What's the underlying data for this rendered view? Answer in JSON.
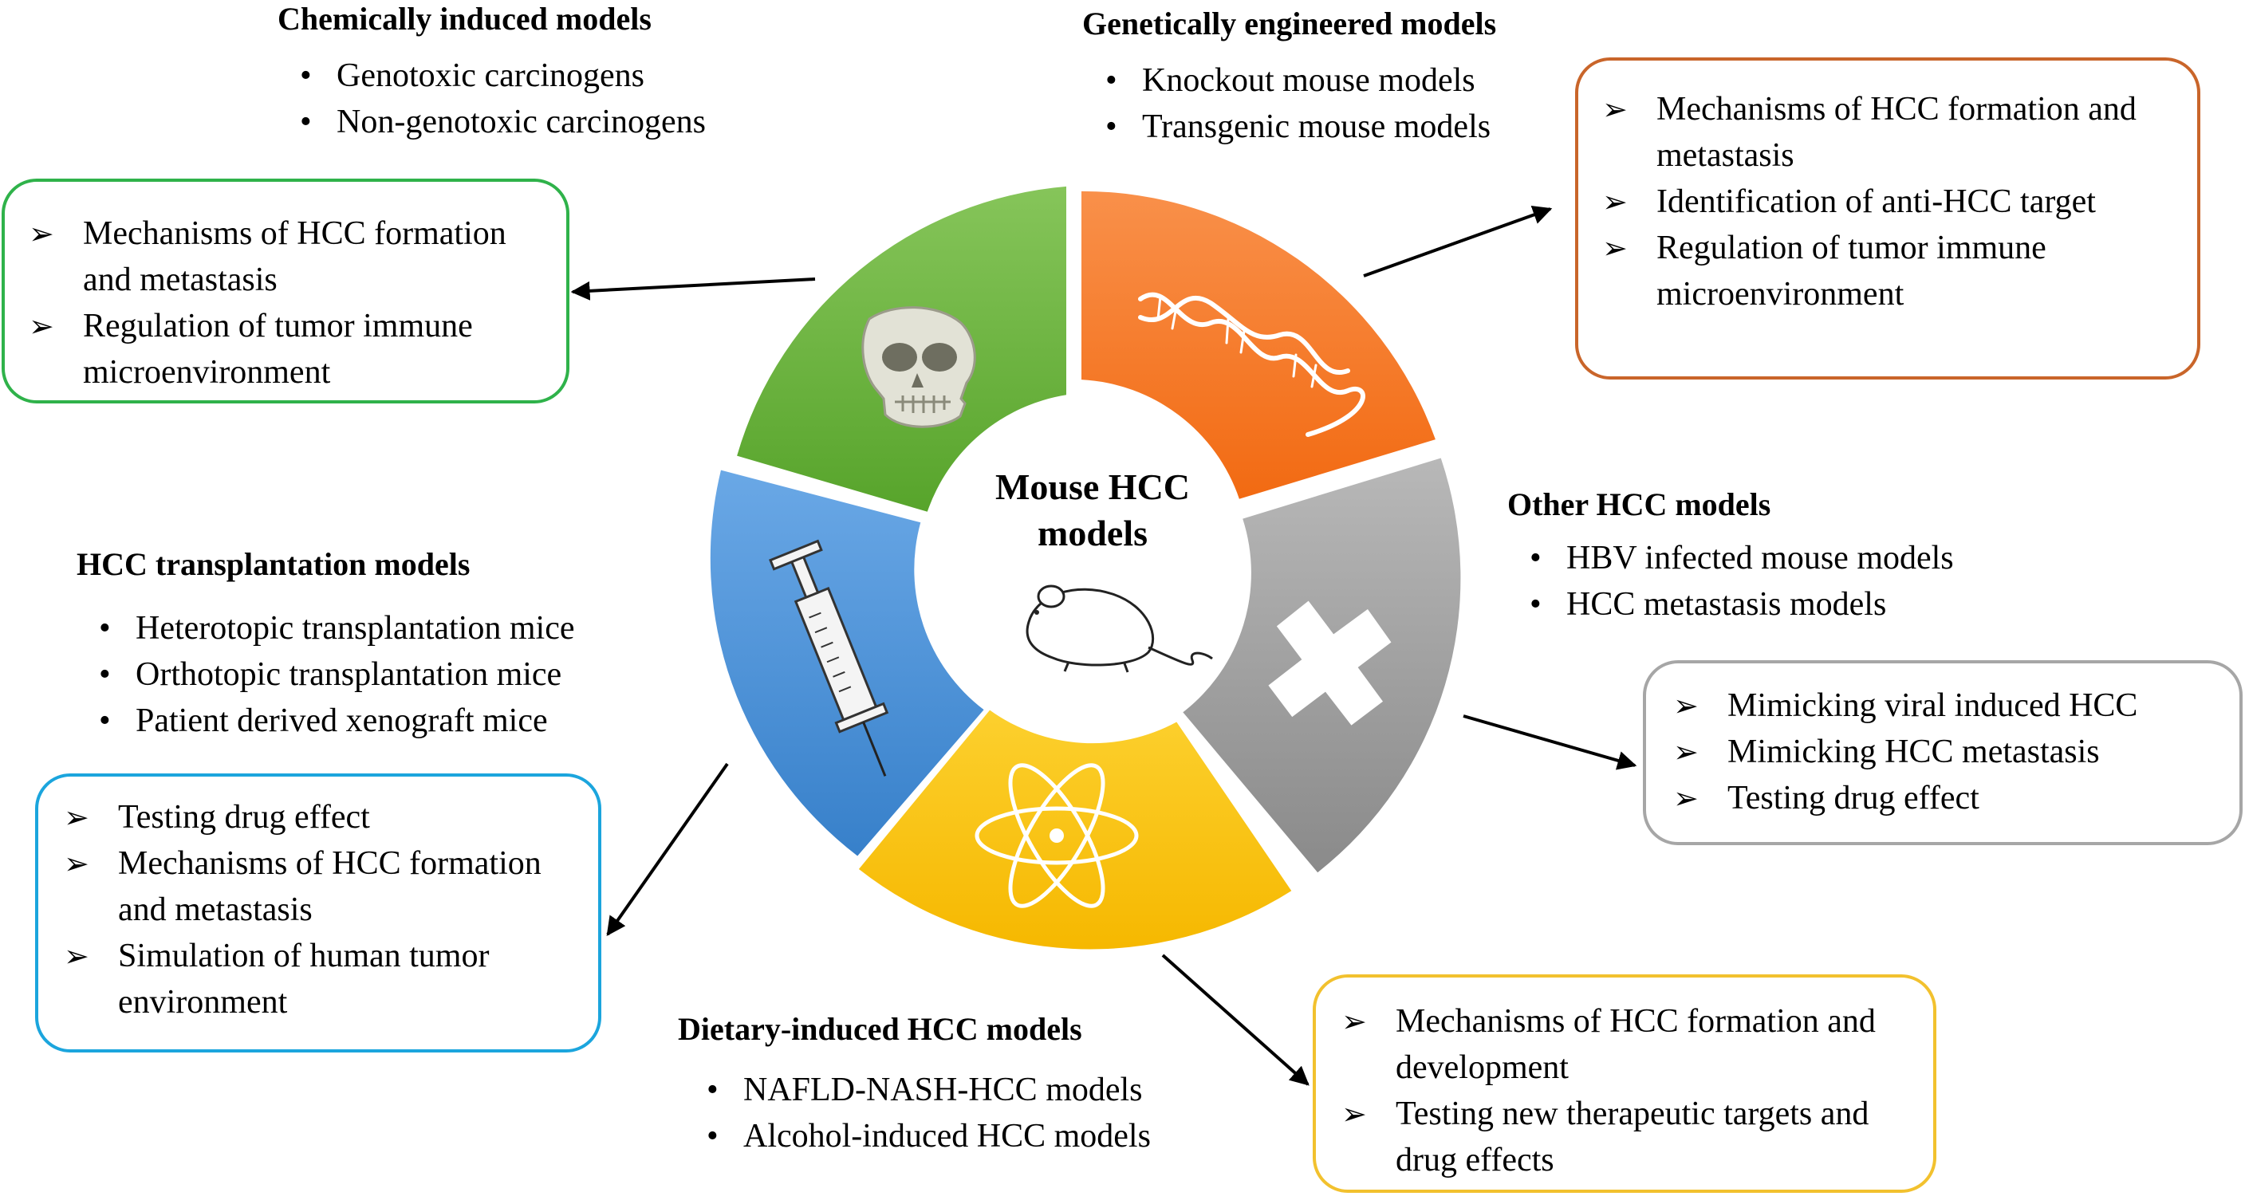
{
  "center": {
    "label": "Mouse HCC\nmodels",
    "icon": "mouse-icon"
  },
  "colors": {
    "chemical": "#6fb53f",
    "genetic": "#f97a2a",
    "other": "#9c9c9c",
    "dietary": "#fcc200",
    "transplant": "#4d92d6",
    "chemical_border": "#2fb24a",
    "genetic_border": "#c9652a",
    "other_border": "#a6a6a6",
    "dietary_border": "#f2c12e",
    "transplant_border": "#1ba5dd"
  },
  "categories": [
    {
      "id": "chemical",
      "title": "Chemically induced models",
      "icon": "skull-icon",
      "items": [
        "Genotoxic carcinogens",
        "Non-genotoxic carcinogens"
      ],
      "applications": [
        "Mechanisms of HCC formation and metastasis",
        "Regulation of tumor immune microenvironment"
      ]
    },
    {
      "id": "genetic",
      "title": "Genetically engineered models",
      "icon": "dna-icon",
      "items": [
        "Knockout mouse models",
        "Transgenic mouse models"
      ],
      "applications": [
        "Mechanisms of HCC formation and metastasis",
        "Identification of anti-HCC target",
        "Regulation of tumor immune microenvironment"
      ]
    },
    {
      "id": "other",
      "title": "Other HCC models",
      "icon": "cross-icon",
      "items": [
        "HBV infected mouse models",
        "HCC metastasis models"
      ],
      "applications": [
        "Mimicking viral induced HCC",
        "Mimicking HCC metastasis",
        "Testing drug effect"
      ]
    },
    {
      "id": "dietary",
      "title": "Dietary-induced HCC models",
      "icon": "atom-icon",
      "items": [
        "NAFLD-NASH-HCC models",
        "Alcohol-induced HCC models"
      ],
      "applications": [
        "Mechanisms of HCC formation and development",
        "Testing new therapeutic targets and drug effects"
      ]
    },
    {
      "id": "transplant",
      "title": "HCC transplantation models",
      "icon": "syringe-icon",
      "items": [
        "Heterotopic transplantation mice",
        "Orthotopic transplantation mice",
        "Patient derived xenograft mice"
      ],
      "applications": [
        "Testing drug effect",
        "Mechanisms of HCC formation and metastasis",
        "Simulation of human tumor environment"
      ]
    }
  ]
}
